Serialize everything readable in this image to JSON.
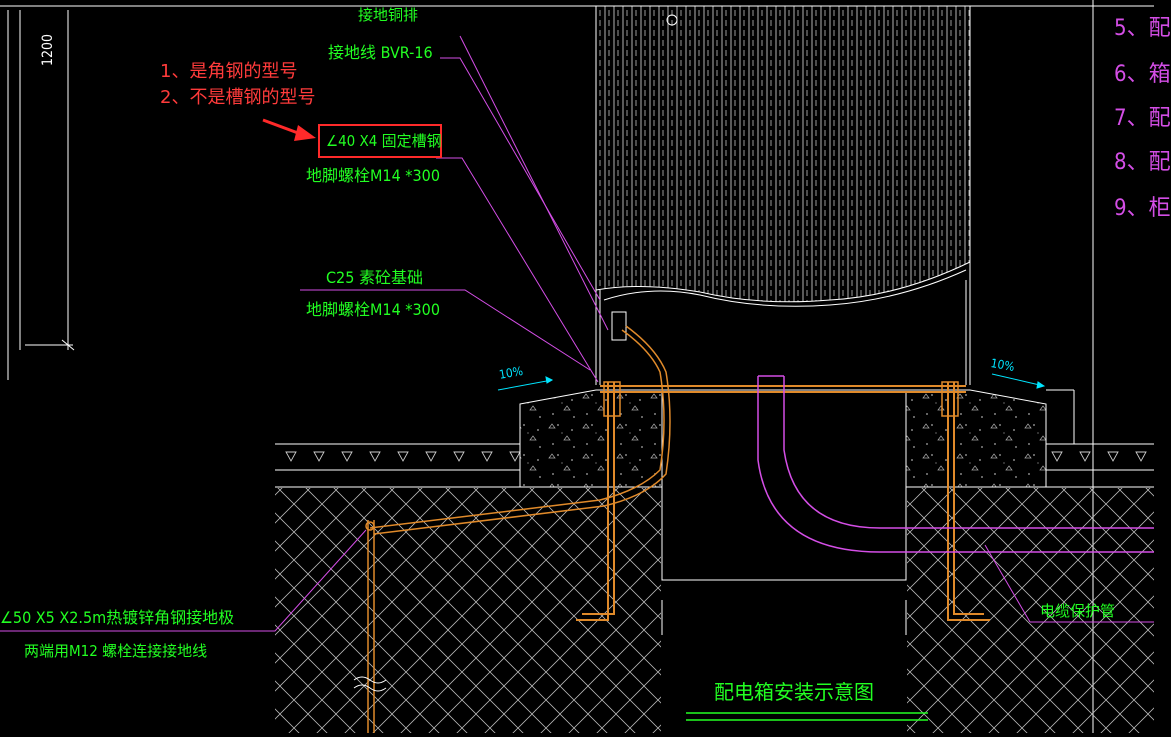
{
  "annotations": {
    "note1": "1、是角钢的型号",
    "note2": "2、不是槽钢的型号"
  },
  "labels": {
    "ground_copper": "接地铜排",
    "ground_wire": "接地线 BVR-16",
    "angle_steel": "∠40 X4 固定槽钢",
    "anchor_bolt_1": "地脚螺栓M14 *300",
    "concrete_base": "C25 素砼基础",
    "anchor_bolt_2": "地脚螺栓M14 *300",
    "ground_pole": "∠50 X5 X2.5m热镀锌角钢接地极",
    "bolt_connect": "两端用M12 螺栓连接接地线",
    "cable_pipe": "电缆保护管",
    "slope_left": "10%",
    "slope_right": "10%",
    "dimension_1200": "1200",
    "drawing_title": "配电箱安装示意图"
  },
  "side_notes": [
    "5、配",
    "6、箱",
    "7、配",
    "8、配",
    "9、柜"
  ],
  "colors": {
    "background": "#000000",
    "label_green": "#22ff22",
    "annotation_red": "#ff3b3b",
    "leader_magenta": "#d44ee6",
    "conduit_orange": "#e08a2a",
    "slope_cyan": "#00e5ff"
  }
}
